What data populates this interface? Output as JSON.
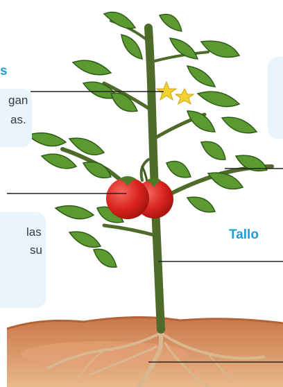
{
  "labels": {
    "flores_frag": "s",
    "flores_text_1": "gan",
    "flores_text_2": "as.",
    "fruto_text_1": "las",
    "fruto_text_2": "su",
    "tallo": "Tallo"
  },
  "colors": {
    "label_blue": "#1aa0d8",
    "box_bg": "#eaf4fd",
    "stem": "#4e6b2a",
    "leaf": "#5b9a31",
    "tomato": "#d9231d",
    "flower": "#f2d233",
    "soil": "#c77a4c"
  }
}
